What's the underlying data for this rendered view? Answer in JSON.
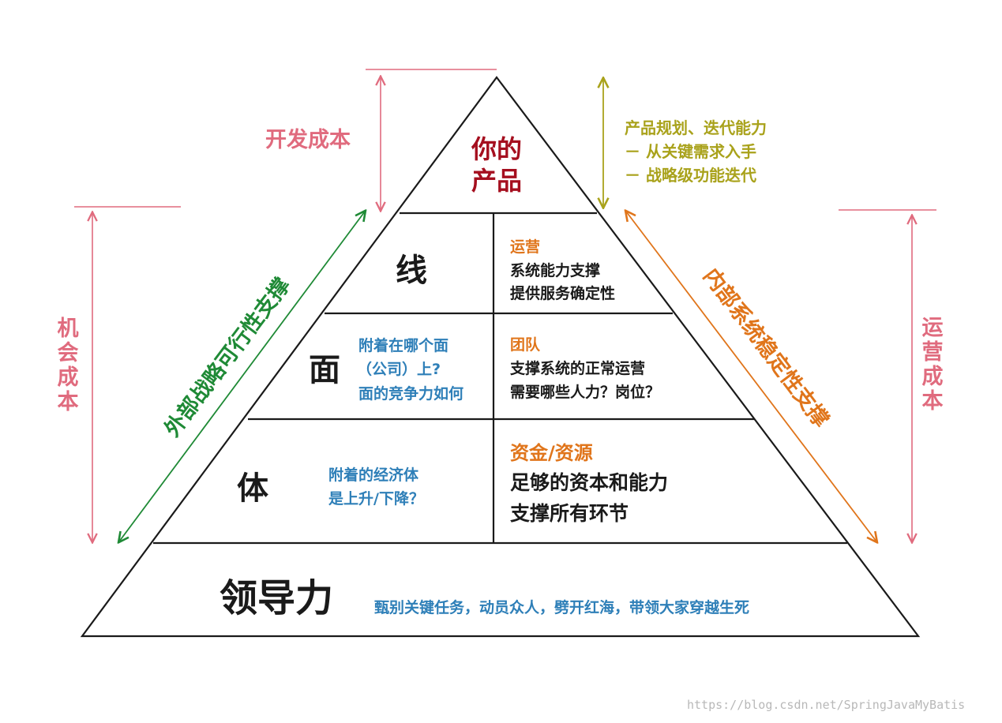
{
  "pyramid": {
    "top": {
      "line1": "你的",
      "line2": "产品"
    },
    "xian": {
      "label": "线",
      "title": "运营",
      "line1": "系统能力支撑",
      "line2": "提供服务确定性"
    },
    "mian": {
      "label": "面",
      "q1": "附着在哪个面",
      "q2": "（公司）上?",
      "q3": "面的竞争力如何",
      "title": "团队",
      "line1": "支撑系统的正常运营",
      "line2": "需要哪些人力？岗位？"
    },
    "ti": {
      "label": "体",
      "q1": "附着的经济体",
      "q2": "是上升/下降？",
      "title": "资金/资源",
      "line1": "足够的资本和能力",
      "line2": "支撑所有环节"
    },
    "leadership": {
      "label": "领导力",
      "desc": "甄别关键任务，动员众人，劈开红海，带领大家穿越生死"
    }
  },
  "annotations": {
    "dev_cost": "开发成本",
    "opportunity_cost": [
      "机",
      "会",
      "成",
      "本"
    ],
    "operation_cost": [
      "运",
      "营",
      "成",
      "本"
    ],
    "product_planning": {
      "line1": "产品规划、迭代能力",
      "line2": "－ 从关键需求入手",
      "line3": "－ 战略级功能迭代"
    },
    "external_support": "外部战略可行性支撑",
    "internal_support": "内部系统稳定性支撑"
  },
  "watermark": "https://blog.csdn.net/SpringJavaMyBatis",
  "colors": {
    "outline": "#1a1a1a",
    "dark_red": "#a50f1f",
    "orange": "#e0751b",
    "blue": "#2e7fb8",
    "green": "#1f8a36",
    "olive": "#a9a21b",
    "pink": "#e06b7e",
    "text": "#1a1a1a"
  }
}
